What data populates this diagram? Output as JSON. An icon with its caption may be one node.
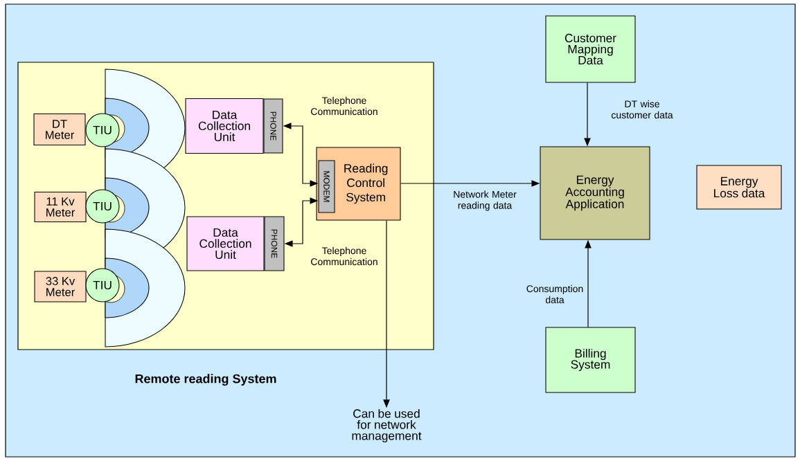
{
  "diagram": {
    "nodes": [
      {
        "text": [
          "Remote reading System"
        ]
      },
      {
        "text": [
          "DT Meter"
        ],
        "in": 0
      },
      {
        "text": [
          "TIU"
        ],
        "in": 0
      },
      {
        "text": [
          "11 Kv Meter"
        ],
        "in": 0
      },
      {
        "text": [
          "TIU"
        ],
        "in": 0
      },
      {
        "text": [
          "33 Kv Meter"
        ],
        "in": 0
      },
      {
        "text": [
          "TIU"
        ],
        "in": 0
      },
      {
        "text": [
          "Data Collection Unit"
        ],
        "in": 0
      },
      {
        "text": [
          "PHONE"
        ],
        "in": 0
      },
      {
        "text": [
          "Data Collection Unit"
        ],
        "in": 0
      },
      {
        "text": [
          "PHONE"
        ],
        "in": 0
      },
      {
        "text": [
          "Reading Control System"
        ],
        "in": 0
      },
      {
        "text": [
          "MODEM"
        ],
        "in": 11
      },
      {
        "text": [
          "Can be used for network management"
        ]
      },
      {
        "text": [
          "Customer Mapping Data"
        ]
      },
      {
        "text": [
          "Energy Accounting Application"
        ]
      },
      {
        "text": [
          "Energy Loss data"
        ]
      },
      {
        "text": [
          "Billing System"
        ]
      }
    ],
    "edges": [
      {
        "from": 12,
        "to": 8,
        "arrow": "both",
        "label": "Telephone Communication"
      },
      {
        "from": 12,
        "to": 10,
        "arrow": "both",
        "label": "Telephone Communication"
      },
      {
        "from": 11,
        "to": 13,
        "arrow": "to"
      },
      {
        "from": 11,
        "to": 15,
        "arrow": "to",
        "label": "Network Meter reading data"
      },
      {
        "from": 14,
        "to": 15,
        "arrow": "to",
        "label": "DT wise customer data"
      },
      {
        "from": 17,
        "to": 15,
        "arrow": "to",
        "label": "Consumption data"
      }
    ]
  }
}
